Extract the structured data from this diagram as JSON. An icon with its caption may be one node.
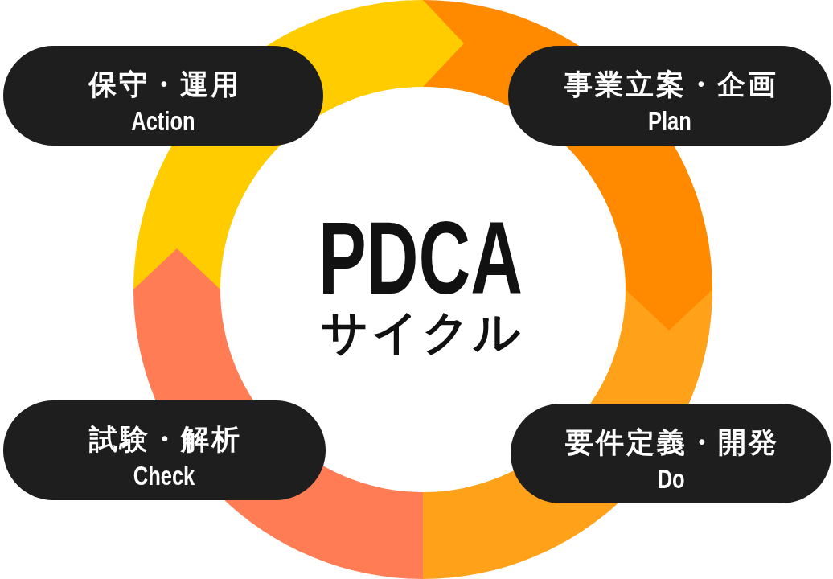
{
  "diagram": {
    "nodes": [
      {
        "text": [
          "保守・運用",
          "Action"
        ]
      },
      {
        "text": [
          "事業立案・企画",
          "Plan"
        ]
      },
      {
        "text": [
          "試験・解析",
          "Check"
        ]
      },
      {
        "text": [
          "要件定義・開発",
          "Do"
        ]
      }
    ],
    "edges": [
      {
        "from": 0,
        "to": 1,
        "arrow": "to",
        "color": "#ffcc00"
      },
      {
        "from": 1,
        "to": 3,
        "arrow": "to",
        "color": "#ff8a00"
      },
      {
        "from": 3,
        "to": 2,
        "arrow": "none",
        "color": "#ffa21a"
      },
      {
        "from": 2,
        "to": 0,
        "arrow": "to",
        "color": "#ff7c55"
      }
    ],
    "labels": [
      "PDCA",
      "サイクル"
    ]
  }
}
